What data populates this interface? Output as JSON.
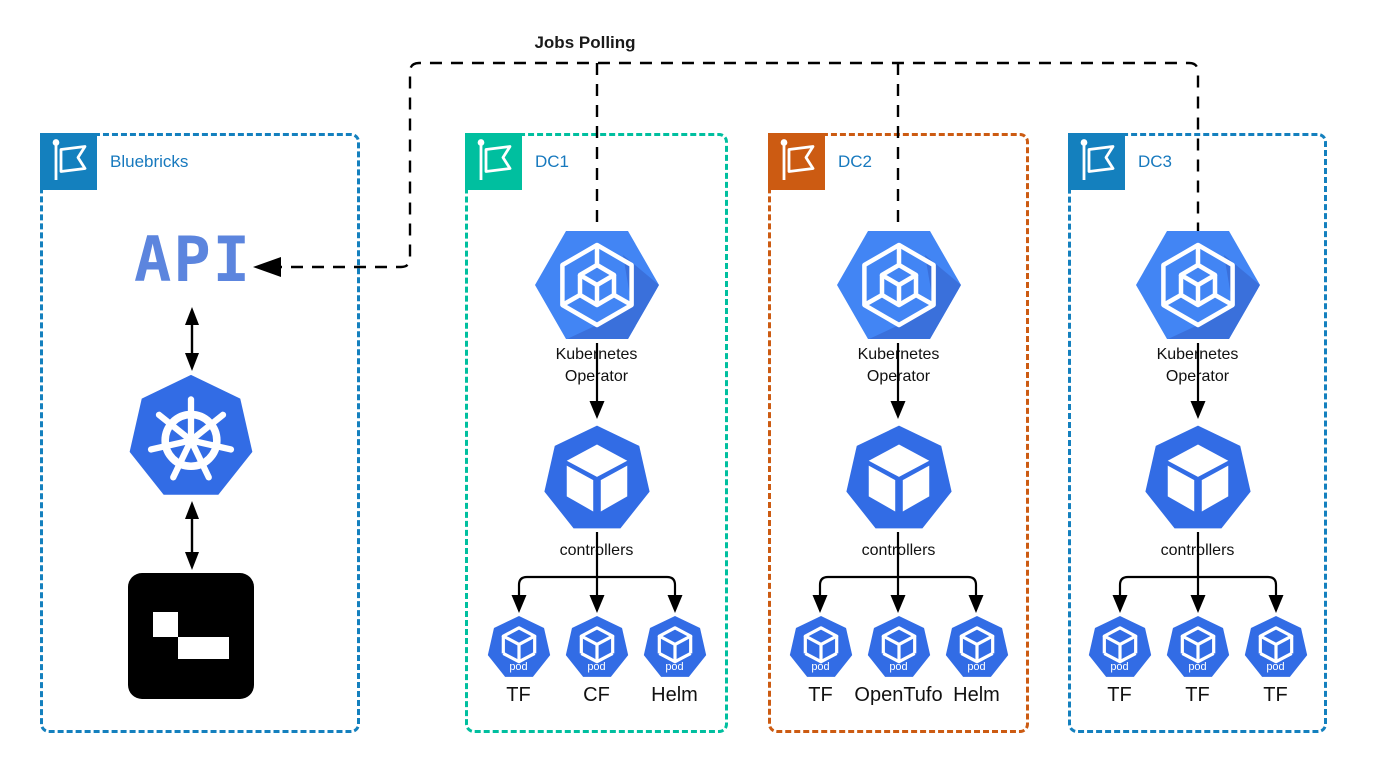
{
  "diagram": {
    "jobs_polling_label": "Jobs Polling",
    "bluebricks": {
      "label": "Bluebricks",
      "api_logo_text": "API"
    },
    "dcs": [
      {
        "label": "DC1",
        "operator_label": "Kubernetes Operator",
        "controllers_label": "controllers",
        "pod_badge": "pod",
        "pods": [
          "TF",
          "CF",
          "Helm"
        ]
      },
      {
        "label": "DC2",
        "operator_label": "Kubernetes Operator",
        "controllers_label": "controllers",
        "pod_badge": "pod",
        "pods": [
          "TF",
          "OpenTufo",
          "Helm"
        ]
      },
      {
        "label": "DC3",
        "operator_label": "Kubernetes Operator",
        "controllers_label": "controllers",
        "pod_badge": "pod",
        "pods": [
          "TF",
          "TF",
          "TF"
        ]
      }
    ],
    "icons": {
      "bluebricks_flag": "flag-icon",
      "dc_flags": [
        "flag-icon",
        "flag-icon",
        "flag-icon"
      ],
      "api": "api-logo",
      "kubernetes": "kubernetes-wheel-icon",
      "bluebricks_logo": "bluebricks-logo",
      "operator": "gke-hexagon-icon",
      "controllers": "kubernetes-cube-icon",
      "pod": "kubernetes-pod-icon"
    },
    "colors": {
      "container_blue": "#1480BE",
      "container_teal": "#00BF9F",
      "container_orange": "#CC5B12",
      "label_blue": "#1779BE",
      "kubernetes_blue": "#326CE5",
      "gke_blue": "#4285F4",
      "gke_shadow_blue": "#3A70DB",
      "api_blue": "#5C85DE",
      "line_black": "#000000"
    }
  }
}
